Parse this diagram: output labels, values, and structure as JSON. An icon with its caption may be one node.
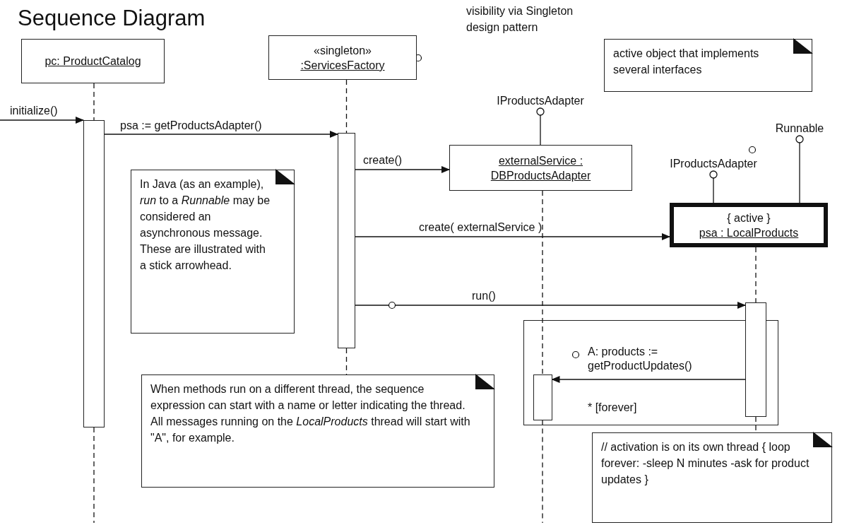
{
  "diagram": {
    "title": "Sequence Diagram",
    "nodes": [
      {
        "text": [
          "pc: ProductCatalog"
        ]
      },
      {
        "text": [
          "«singleton»",
          ":ServicesFactory"
        ]
      },
      {
        "text": [
          "active object that implements several interfaces"
        ]
      },
      {
        "text": [
          "IProductsAdapter"
        ]
      },
      {
        "text": [
          "Runnable"
        ]
      },
      {
        "text": [
          "externalService : DBProductsAdapter"
        ]
      },
      {
        "text": [
          "IProductsAdapter"
        ]
      },
      {
        "text": [
          "In Java (as an example), *run* to a *Runnable* may be considered an asynchronous message. These are illustrated with a stick arrowhead."
        ]
      },
      {
        "text": [
          "{ active }",
          "psa : LocalProducts"
        ]
      },
      {
        "text": [
          "* [forever]"
        ]
      },
      {
        "text": [
          "When methods run on a different thread, the sequence expression can start with a name or letter indicating the thread. All messages running on the *LocalProducts* thread will start with \"A\", for example."
        ]
      },
      {
        "text": [
          "// activation is on its own thread { loop forever: -sleep N minutes -ask for product updates }"
        ]
      },
      {
        "text": [],
        "shape": "bar"
      },
      {
        "text": [],
        "shape": "bar"
      },
      {
        "text": [],
        "shape": "bar"
      },
      {
        "text": [],
        "shape": "bar",
        "in": 9
      }
    ],
    "edges": [
      {
        "from": null,
        "to": 12,
        "arrow": "to",
        "label": "initialize()"
      },
      {
        "from": 12,
        "to": 13,
        "arrow": "to",
        "label": "psa := getProductsAdapter()"
      },
      {
        "from": 13,
        "to": 5,
        "arrow": "to",
        "label": "create()"
      },
      {
        "from": 13,
        "to": 8,
        "arrow": "to",
        "label": "create( externalService )"
      },
      {
        "from": 13,
        "to": 14,
        "arrow": "to",
        "label": "run()"
      },
      {
        "from": 14,
        "to": 15,
        "arrow": "to",
        "label": "A: products := getProductUpdates()"
      },
      {
        "from": 5,
        "to": 3,
        "arrow": "other"
      },
      {
        "from": 8,
        "to": 6,
        "arrow": "other"
      },
      {
        "from": 8,
        "to": 4,
        "arrow": "other"
      },
      {
        "from": 0,
        "to": 12,
        "arrow": "none",
        "style": "dashed"
      },
      {
        "from": 1,
        "to": 13,
        "arrow": "none",
        "style": "dashed"
      },
      {
        "from": 5,
        "to": 15,
        "arrow": "none",
        "style": "dashed"
      },
      {
        "from": 8,
        "to": 14,
        "arrow": "none",
        "style": "dashed"
      },
      {
        "from": 12,
        "to": null,
        "arrow": "none",
        "style": "dashed"
      },
      {
        "from": 13,
        "to": 10,
        "arrow": "none",
        "style": "dashed"
      },
      {
        "from": 14,
        "to": 11,
        "arrow": "none",
        "style": "dashed"
      },
      {
        "from": 15,
        "to": null,
        "arrow": "none",
        "style": "dashed"
      }
    ],
    "labels": [
      "visibility via Singleton design pattern"
    ]
  }
}
